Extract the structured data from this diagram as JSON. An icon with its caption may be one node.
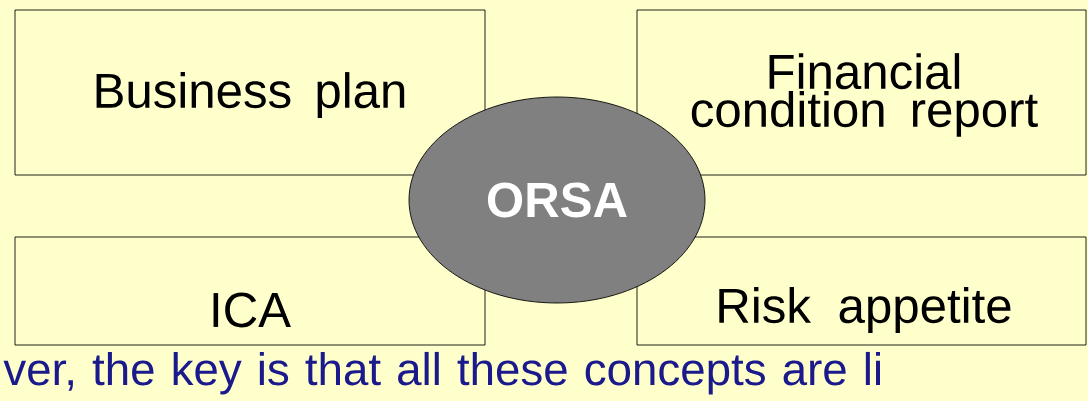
{
  "diagram": {
    "nodes": [
      {
        "text": [
          "Business plan"
        ]
      },
      {
        "text": [
          "Financial condition report"
        ]
      },
      {
        "text": [
          "ICA"
        ]
      },
      {
        "text": [
          "Risk appetite"
        ]
      },
      {
        "text": [
          "ORSA"
        ]
      }
    ],
    "labels": [
      "ver, the key is that all these concepts are li"
    ]
  }
}
